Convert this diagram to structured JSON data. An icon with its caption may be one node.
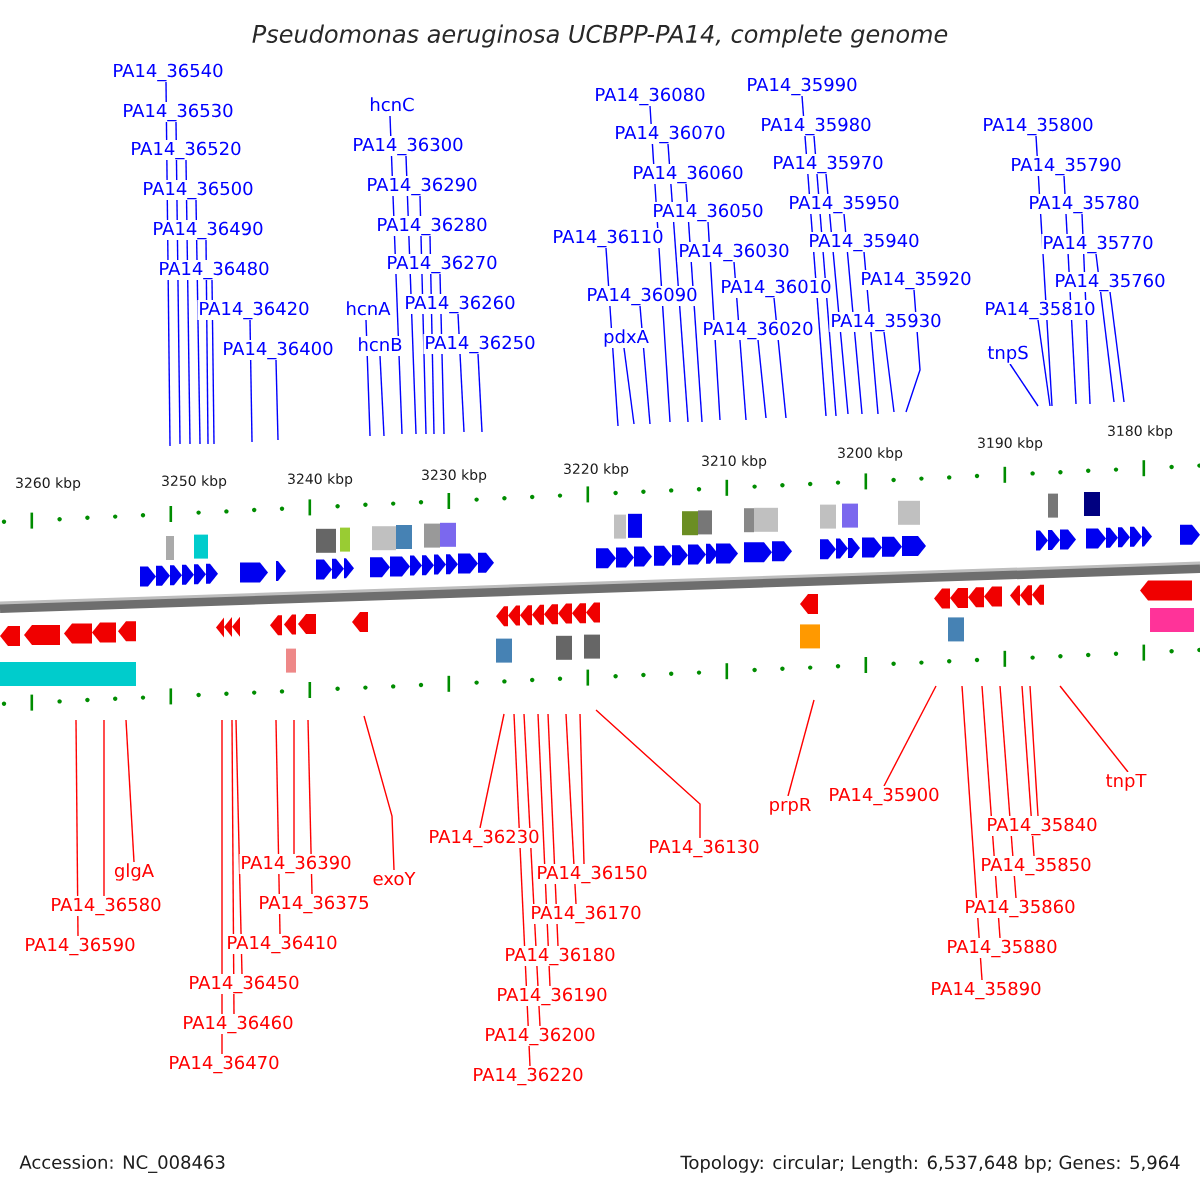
{
  "diagram": {
    "title": "Pseudomonas aeruginosa UCBPP-PA14, complete genome",
    "nodes": [
      {
        "text": [
          "PA14_36540"
        ]
      },
      {
        "text": [
          "PA14_36530"
        ]
      },
      {
        "text": [
          "PA14_36520"
        ]
      },
      {
        "text": [
          "PA14_36500"
        ]
      },
      {
        "text": [
          "PA14_36490"
        ]
      },
      {
        "text": [
          "PA14_36480"
        ]
      },
      {
        "text": [
          "PA14_36420"
        ]
      },
      {
        "text": [
          "PA14_36400"
        ]
      },
      {
        "text": [
          "hcnC"
        ]
      },
      {
        "text": [
          "PA14_36300"
        ]
      },
      {
        "text": [
          "PA14_36290"
        ]
      },
      {
        "text": [
          "PA14_36280"
        ]
      },
      {
        "text": [
          "PA14_36270"
        ]
      },
      {
        "text": [
          "hcnA"
        ]
      },
      {
        "text": [
          "PA14_36260"
        ]
      },
      {
        "text": [
          "hcnB"
        ]
      },
      {
        "text": [
          "PA14_36250"
        ]
      },
      {
        "text": [
          "PA14_36110"
        ]
      },
      {
        "text": [
          "PA14_36080"
        ]
      },
      {
        "text": [
          "PA14_36070"
        ]
      },
      {
        "text": [
          "PA14_36060"
        ]
      },
      {
        "text": [
          "PA14_36050"
        ]
      },
      {
        "text": [
          "PA14_36090"
        ]
      },
      {
        "text": [
          "PA14_36030"
        ]
      },
      {
        "text": [
          "pdxA"
        ]
      },
      {
        "text": [
          "PA14_36010"
        ]
      },
      {
        "text": [
          "PA14_36020"
        ]
      },
      {
        "text": [
          "PA14_35990"
        ]
      },
      {
        "text": [
          "PA14_35980"
        ]
      },
      {
        "text": [
          "PA14_35970"
        ]
      },
      {
        "text": [
          "PA14_35950"
        ]
      },
      {
        "text": [
          "PA14_35940"
        ]
      },
      {
        "text": [
          "PA14_35920"
        ]
      },
      {
        "text": [
          "PA14_35930"
        ]
      },
      {
        "text": [
          "PA14_35800"
        ]
      },
      {
        "text": [
          "PA14_35790"
        ]
      },
      {
        "text": [
          "PA14_35780"
        ]
      },
      {
        "text": [
          "PA14_35770"
        ]
      },
      {
        "text": [
          "PA14_35760"
        ]
      },
      {
        "text": [
          "PA14_35810"
        ]
      },
      {
        "text": [
          "tnpS"
        ]
      },
      {
        "text": [
          "glgA"
        ]
      },
      {
        "text": [
          "PA14_36580"
        ]
      },
      {
        "text": [
          "PA14_36590"
        ]
      },
      {
        "text": [
          "PA14_36390"
        ]
      },
      {
        "text": [
          "PA14_36375"
        ]
      },
      {
        "text": [
          "exoY"
        ]
      },
      {
        "text": [
          "PA14_36410"
        ]
      },
      {
        "text": [
          "PA14_36450"
        ]
      },
      {
        "text": [
          "PA14_36460"
        ]
      },
      {
        "text": [
          "PA14_36470"
        ]
      },
      {
        "text": [
          "PA14_36230"
        ]
      },
      {
        "text": [
          "PA14_36150"
        ]
      },
      {
        "text": [
          "PA14_36170"
        ]
      },
      {
        "text": [
          "PA14_36180"
        ]
      },
      {
        "text": [
          "PA14_36190"
        ]
      },
      {
        "text": [
          "PA14_36200"
        ]
      },
      {
        "text": [
          "PA14_36220"
        ]
      },
      {
        "text": [
          "PA14_36130"
        ]
      },
      {
        "text": [
          "prpR"
        ]
      },
      {
        "text": [
          "PA14_35900"
        ]
      },
      {
        "text": [
          "tnpT"
        ]
      },
      {
        "text": [
          "PA14_35840"
        ]
      },
      {
        "text": [
          "PA14_35850"
        ]
      },
      {
        "text": [
          "PA14_35860"
        ]
      },
      {
        "text": [
          "PA14_35880"
        ]
      },
      {
        "text": [
          "PA14_35890"
        ]
      }
    ],
    "edges": [
      {
        "from": 0,
        "to": null,
        "arrow": "none"
      },
      {
        "from": 1,
        "to": null,
        "arrow": "none"
      },
      {
        "from": 2,
        "to": null,
        "arrow": "none"
      },
      {
        "from": 3,
        "to": null,
        "arrow": "none"
      },
      {
        "from": 4,
        "to": null,
        "arrow": "none"
      },
      {
        "from": 5,
        "to": null,
        "arrow": "none"
      },
      {
        "from": 6,
        "to": null,
        "arrow": "none"
      },
      {
        "from": 7,
        "to": null,
        "arrow": "none"
      },
      {
        "from": 8,
        "to": null,
        "arrow": "none"
      },
      {
        "from": 9,
        "to": null,
        "arrow": "none"
      },
      {
        "from": 10,
        "to": null,
        "arrow": "none"
      },
      {
        "from": 11,
        "to": null,
        "arrow": "none"
      },
      {
        "from": 12,
        "to": null,
        "arrow": "none"
      },
      {
        "from": 13,
        "to": null,
        "arrow": "none"
      },
      {
        "from": 14,
        "to": null,
        "arrow": "none"
      },
      {
        "from": 15,
        "to": null,
        "arrow": "none"
      },
      {
        "from": 16,
        "to": null,
        "arrow": "none"
      },
      {
        "from": 17,
        "to": null,
        "arrow": "none"
      },
      {
        "from": 18,
        "to": null,
        "arrow": "none"
      },
      {
        "from": 19,
        "to": null,
        "arrow": "none"
      },
      {
        "from": 20,
        "to": null,
        "arrow": "none"
      },
      {
        "from": 21,
        "to": null,
        "arrow": "none"
      },
      {
        "from": 22,
        "to": null,
        "arrow": "none"
      },
      {
        "from": 23,
        "to": null,
        "arrow": "none"
      },
      {
        "from": 24,
        "to": null,
        "arrow": "none"
      },
      {
        "from": 25,
        "to": null,
        "arrow": "none"
      },
      {
        "from": 26,
        "to": null,
        "arrow": "none"
      },
      {
        "from": 27,
        "to": null,
        "arrow": "none"
      },
      {
        "from": 28,
        "to": null,
        "arrow": "none"
      },
      {
        "from": 29,
        "to": null,
        "arrow": "none"
      },
      {
        "from": 30,
        "to": null,
        "arrow": "none"
      },
      {
        "from": 31,
        "to": null,
        "arrow": "none"
      },
      {
        "from": 32,
        "to": null,
        "arrow": "none"
      },
      {
        "from": 33,
        "to": null,
        "arrow": "none"
      },
      {
        "from": 34,
        "to": null,
        "arrow": "none"
      },
      {
        "from": 35,
        "to": null,
        "arrow": "none"
      },
      {
        "from": 36,
        "to": null,
        "arrow": "none"
      },
      {
        "from": 37,
        "to": null,
        "arrow": "none"
      },
      {
        "from": 38,
        "to": null,
        "arrow": "none"
      },
      {
        "from": 39,
        "to": null,
        "arrow": "none"
      },
      {
        "from": 40,
        "to": null,
        "arrow": "none"
      },
      {
        "from": 41,
        "to": null,
        "arrow": "none",
        "color": "#ff0000"
      },
      {
        "from": 42,
        "to": null,
        "arrow": "none",
        "color": "#ff0000"
      },
      {
        "from": 43,
        "to": null,
        "arrow": "none",
        "color": "#ff0000"
      },
      {
        "from": 44,
        "to": null,
        "arrow": "none",
        "color": "#ff0000"
      },
      {
        "from": 45,
        "to": null,
        "arrow": "none",
        "color": "#ff0000"
      },
      {
        "from": 46,
        "to": null,
        "arrow": "none",
        "color": "#ff0000"
      },
      {
        "from": 47,
        "to": null,
        "arrow": "none",
        "color": "#ff0000"
      },
      {
        "from": 48,
        "to": null,
        "arrow": "none",
        "color": "#ff0000"
      },
      {
        "from": 49,
        "to": null,
        "arrow": "none",
        "color": "#ff0000"
      },
      {
        "from": 50,
        "to": null,
        "arrow": "none",
        "color": "#ff0000"
      },
      {
        "from": 51,
        "to": null,
        "arrow": "none",
        "color": "#ff0000"
      },
      {
        "from": 52,
        "to": null,
        "arrow": "none",
        "color": "#ff0000"
      },
      {
        "from": 53,
        "to": null,
        "arrow": "none",
        "color": "#ff0000"
      },
      {
        "from": 54,
        "to": null,
        "arrow": "none",
        "color": "#ff0000"
      },
      {
        "from": 55,
        "to": null,
        "arrow": "none",
        "color": "#ff0000"
      },
      {
        "from": 56,
        "to": null,
        "arrow": "none",
        "color": "#ff0000"
      },
      {
        "from": 57,
        "to": null,
        "arrow": "none",
        "color": "#ff0000"
      },
      {
        "from": 58,
        "to": null,
        "arrow": "none",
        "color": "#ff0000"
      },
      {
        "from": 59,
        "to": null,
        "arrow": "none",
        "color": "#ff0000"
      },
      {
        "from": 60,
        "to": null,
        "arrow": "none",
        "color": "#ff0000"
      },
      {
        "from": 61,
        "to": null,
        "arrow": "none",
        "color": "#ff0000"
      },
      {
        "from": 62,
        "to": null,
        "arrow": "none",
        "color": "#ff0000"
      },
      {
        "from": 63,
        "to": null,
        "arrow": "none",
        "color": "#ff0000"
      },
      {
        "from": 64,
        "to": null,
        "arrow": "none",
        "color": "#ff0000"
      },
      {
        "from": 65,
        "to": null,
        "arrow": "none",
        "color": "#ff0000"
      },
      {
        "from": 66,
        "to": null,
        "arrow": "none",
        "color": "#ff0000"
      }
    ],
    "labels": [
      "3260 kbp",
      "3250 kbp",
      "3240 kbp",
      "3230 kbp",
      "3220 kbp",
      "3210 kbp",
      "3200 kbp",
      "3190 kbp",
      "3180 kbp",
      "Accession: NC_008463",
      "Topology: circular; Length: 6,537,648 bp; Genes: 5,964"
    ]
  }
}
